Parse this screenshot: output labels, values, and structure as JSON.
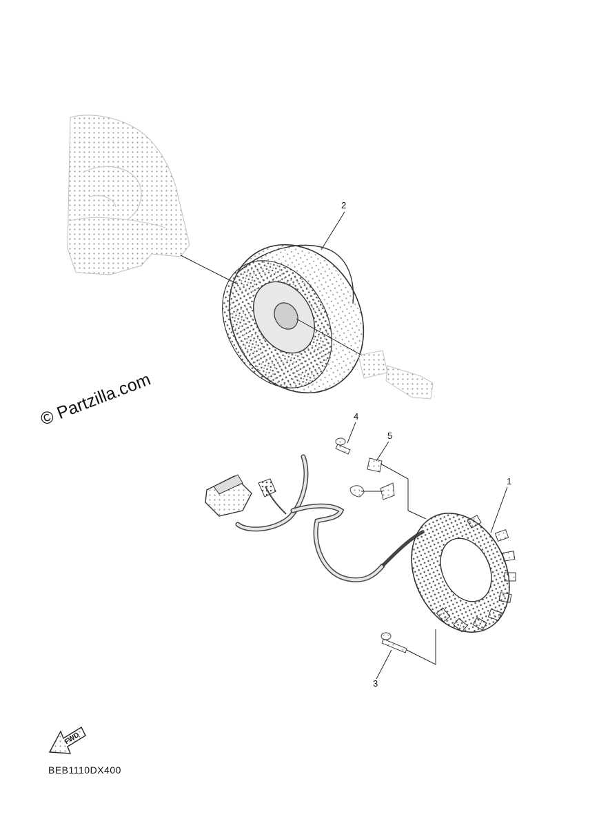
{
  "callouts": {
    "c1": "1",
    "c2": "2",
    "c3": "3",
    "c4": "4",
    "c5": "5"
  },
  "watermark": "© Partzilla.com",
  "fwd_label": "FWD",
  "diagram_code": "BEB1110DX400"
}
